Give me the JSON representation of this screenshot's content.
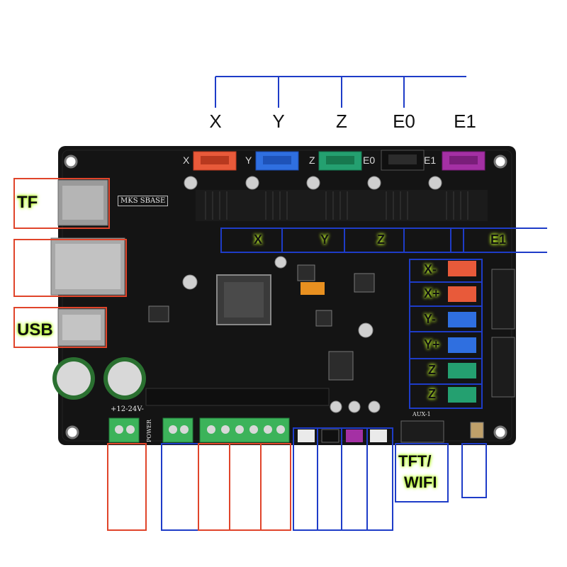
{
  "axes": {
    "x": "X",
    "y": "Y",
    "z": "Z",
    "e0": "E0",
    "e1": "E1"
  },
  "board": {
    "model": "MKS SBASE",
    "silk_x": "X",
    "silk_y": "Y",
    "silk_z": "Z",
    "silk_e0": "E0",
    "silk_e1": "E1",
    "voltage": "+12-24V-",
    "power": "POWER",
    "aux": "AUX-1"
  },
  "side_labels": {
    "tf": "TF",
    "usb": "USB"
  },
  "driver_labels": [
    "X",
    "Y",
    "Z",
    "E1"
  ],
  "endstop_labels": [
    "X-",
    "X+",
    "Y-",
    "Y+",
    "Z",
    "Z"
  ],
  "bottom_labels": {
    "tft_wifi_line1": "TFT/",
    "tft_wifi_line2": "WIFI"
  },
  "colors": {
    "board": "#141414",
    "blue_box": "#1e3cc8",
    "red_box": "#e0442a",
    "highlight": "#b6ff2a",
    "red_conn": "#e85a3a",
    "blue_conn": "#2f6fe0",
    "green_conn": "#24a070",
    "purple_conn": "#a430a4",
    "terminal_green": "#3cb35a"
  }
}
